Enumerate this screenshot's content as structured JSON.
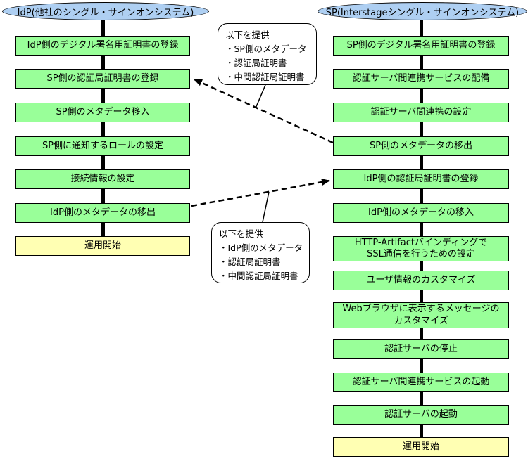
{
  "colors": {
    "task_fill": "#99FF99",
    "start_fill": "#FFFFB3",
    "header_fill": "#AECFF2",
    "border": "#000000",
    "background": "#FFFFFF"
  },
  "left_column": {
    "header": "IdP(他社のシングル・サインオンシステム)",
    "boxes": [
      {
        "label": "IdP側のデジタル署名用証明書の登録",
        "type": "task"
      },
      {
        "label": "SP側の認証局証明書の登録",
        "type": "task"
      },
      {
        "label": "SP側のメタデータ移入",
        "type": "task"
      },
      {
        "label": "SP側に通知するロールの設定",
        "type": "task"
      },
      {
        "label": "接続情報の設定",
        "type": "task"
      },
      {
        "label": "IdP側のメタデータの移出",
        "type": "task"
      },
      {
        "label": "運用開始",
        "type": "start"
      }
    ]
  },
  "right_column": {
    "header": "SP(Interstageシングル・サインオンシステム)",
    "boxes": [
      {
        "label": "SP側のデジタル署名用証明書の登録",
        "type": "task"
      },
      {
        "label": "認証サーバ間連携サービスの配備",
        "type": "task"
      },
      {
        "label": "認証サーバ間連携の設定",
        "type": "task"
      },
      {
        "label": "SP側のメタデータの移出",
        "type": "task"
      },
      {
        "label": "IdP側の認証局証明書の登録",
        "type": "task"
      },
      {
        "label": "IdP側のメタデータの移入",
        "type": "task"
      },
      {
        "label": "HTTP-Artifactバインディングで\nSSL通信を行うための設定",
        "type": "task"
      },
      {
        "label": "ユーザ情報のカスタマイズ",
        "type": "task"
      },
      {
        "label": "Webブラウザに表示するメッセージの\nカスタマイズ",
        "type": "task"
      },
      {
        "label": "認証サーバの停止",
        "type": "task"
      },
      {
        "label": "認証サーバ間連携サービスの起動",
        "type": "task"
      },
      {
        "label": "認証サーバの起動",
        "type": "task"
      },
      {
        "label": "運用開始",
        "type": "start"
      }
    ]
  },
  "callouts": [
    {
      "lines": [
        "以下を提供",
        "・SP側のメタデータ",
        "・認証局証明書",
        "・中間認証局証明書"
      ]
    },
    {
      "lines": [
        "以下を提供",
        "・IdP側のメタデータ",
        "・認証局証明書",
        "・中間認証局証明書"
      ]
    }
  ]
}
